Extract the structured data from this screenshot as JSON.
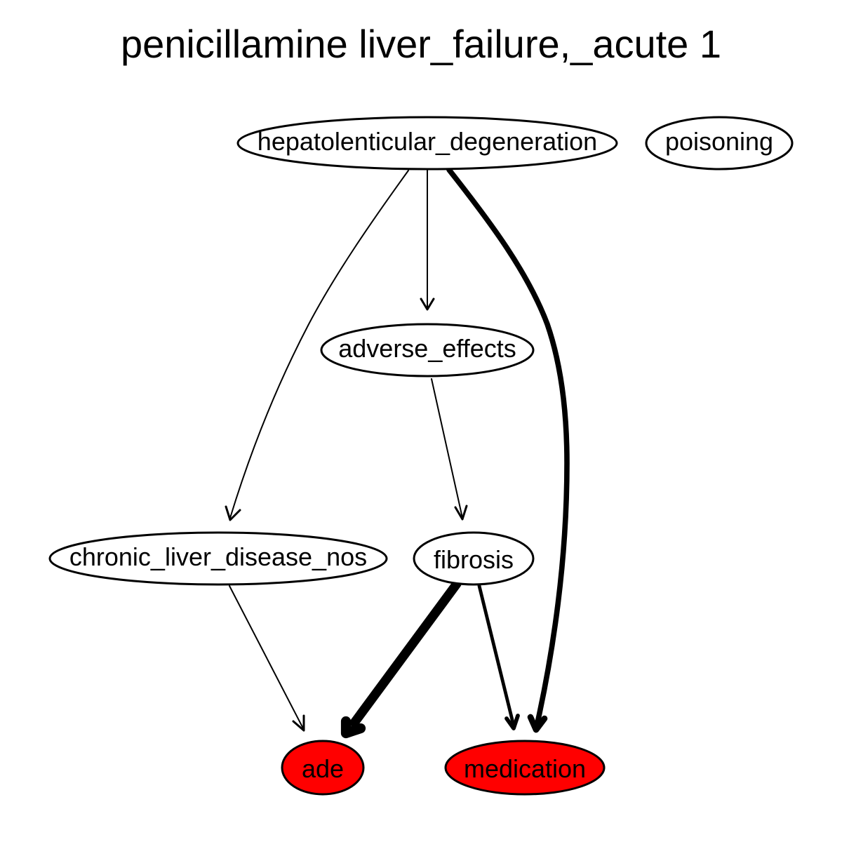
{
  "title": "penicillamine liver_failure,_acute 1",
  "colors": {
    "highlight": "#ff0000",
    "default_fill": "#ffffff",
    "stroke": "#000000"
  },
  "nodes": [
    {
      "id": "hepatolenticular_degeneration",
      "label": "hepatolenticular_degeneration",
      "highlighted": false
    },
    {
      "id": "poisoning",
      "label": "poisoning",
      "highlighted": false
    },
    {
      "id": "adverse_effects",
      "label": "adverse_effects",
      "highlighted": false
    },
    {
      "id": "chronic_liver_disease_nos",
      "label": "chronic_liver_disease_nos",
      "highlighted": false
    },
    {
      "id": "fibrosis",
      "label": "fibrosis",
      "highlighted": false
    },
    {
      "id": "ade",
      "label": "ade",
      "highlighted": true
    },
    {
      "id": "medication",
      "label": "medication",
      "highlighted": true
    }
  ],
  "edges": [
    {
      "from": "hepatolenticular_degeneration",
      "to": "chronic_liver_disease_nos",
      "weight": 1
    },
    {
      "from": "hepatolenticular_degeneration",
      "to": "adverse_effects",
      "weight": 1
    },
    {
      "from": "hepatolenticular_degeneration",
      "to": "medication",
      "weight": 3
    },
    {
      "from": "adverse_effects",
      "to": "fibrosis",
      "weight": 1
    },
    {
      "from": "chronic_liver_disease_nos",
      "to": "ade",
      "weight": 1
    },
    {
      "from": "fibrosis",
      "to": "ade",
      "weight": 5
    },
    {
      "from": "fibrosis",
      "to": "medication",
      "weight": 2
    }
  ]
}
